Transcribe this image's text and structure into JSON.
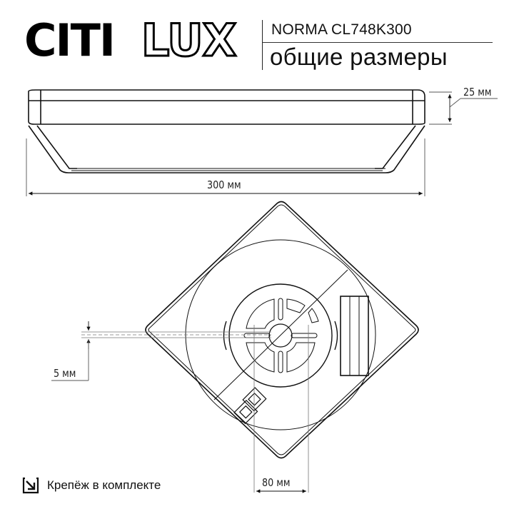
{
  "brand": {
    "logo_left": "CITI",
    "logo_right": "LUX"
  },
  "header": {
    "model": "NORMA CL748K300",
    "subtitle": "общие размеры"
  },
  "dimensions": {
    "height": "25 мм",
    "width": "300 мм",
    "gap": "5 мм",
    "mount": "80 мм"
  },
  "footer": {
    "icon": "mount-included-icon",
    "label": "Крепёж в комплекте"
  },
  "colors": {
    "line": "#111111",
    "dim_line": "#555555",
    "background": "#ffffff"
  }
}
